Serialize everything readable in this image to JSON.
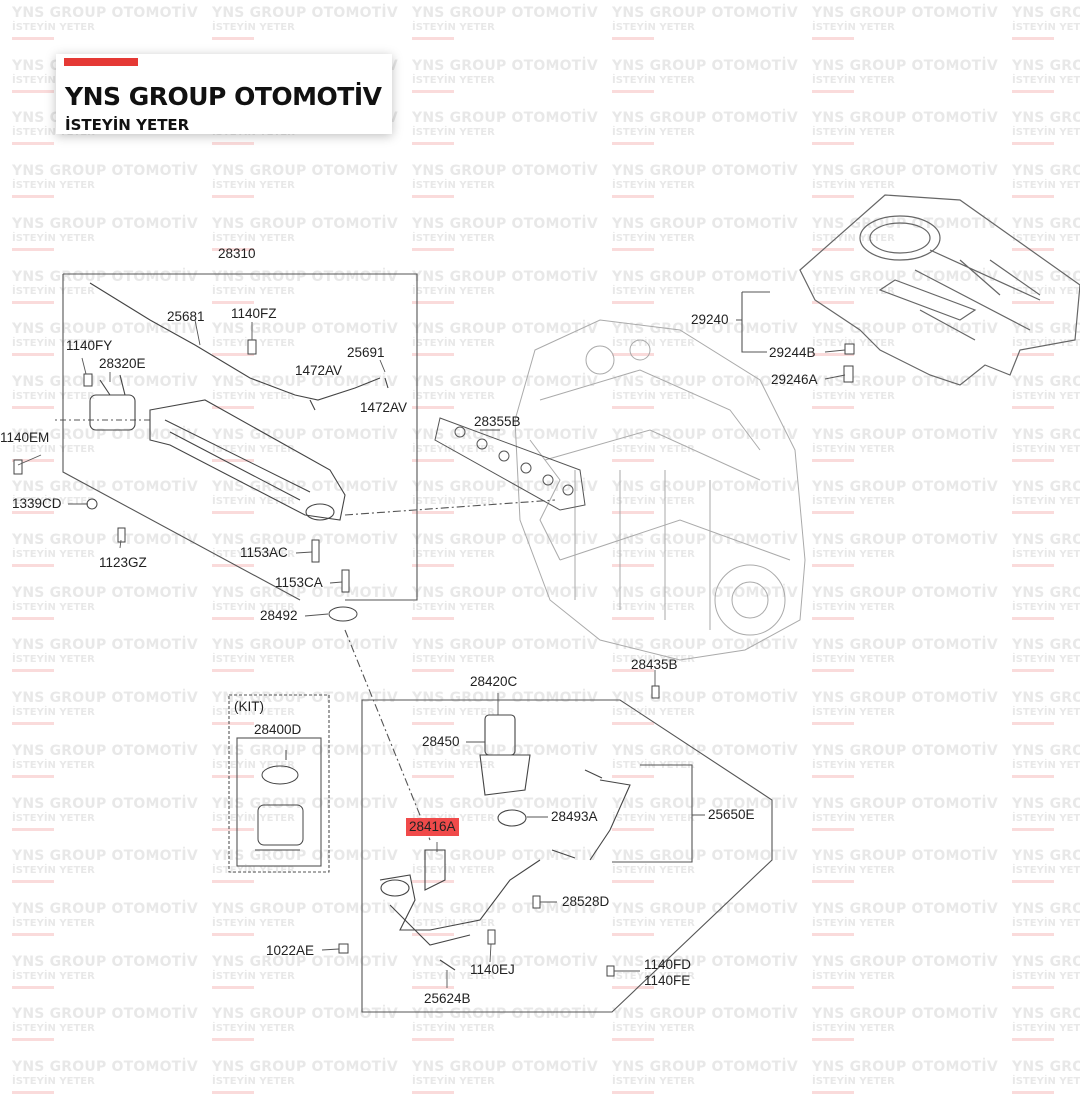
{
  "brand": {
    "name": "YNS GROUP OTOMOTİV",
    "slogan": "İSTEYİN YETER",
    "accent_color": "#e53935"
  },
  "watermark": {
    "line1": "YNS GROUP OTOMOTİV",
    "line2": "İSTEYİN YETER"
  },
  "diagram": {
    "highlight_color": "#f04a4a",
    "highlighted_part": "28416A",
    "kit_label": "(KIT)",
    "parts": [
      "28310",
      "25681",
      "1140FZ",
      "25691",
      "1140FY",
      "28320E",
      "1472AV",
      "1472AV",
      "1140EM",
      "1339CD",
      "1123GZ",
      "1153AC",
      "1153CA",
      "28492",
      "28355B",
      "29240",
      "29244B",
      "29246A",
      "28435B",
      "28420C",
      "28450",
      "28400D",
      "28416A",
      "28493A",
      "25650E",
      "28528D",
      "1022AE",
      "1140EJ",
      "1140FD",
      "1140FE",
      "25624B"
    ]
  }
}
